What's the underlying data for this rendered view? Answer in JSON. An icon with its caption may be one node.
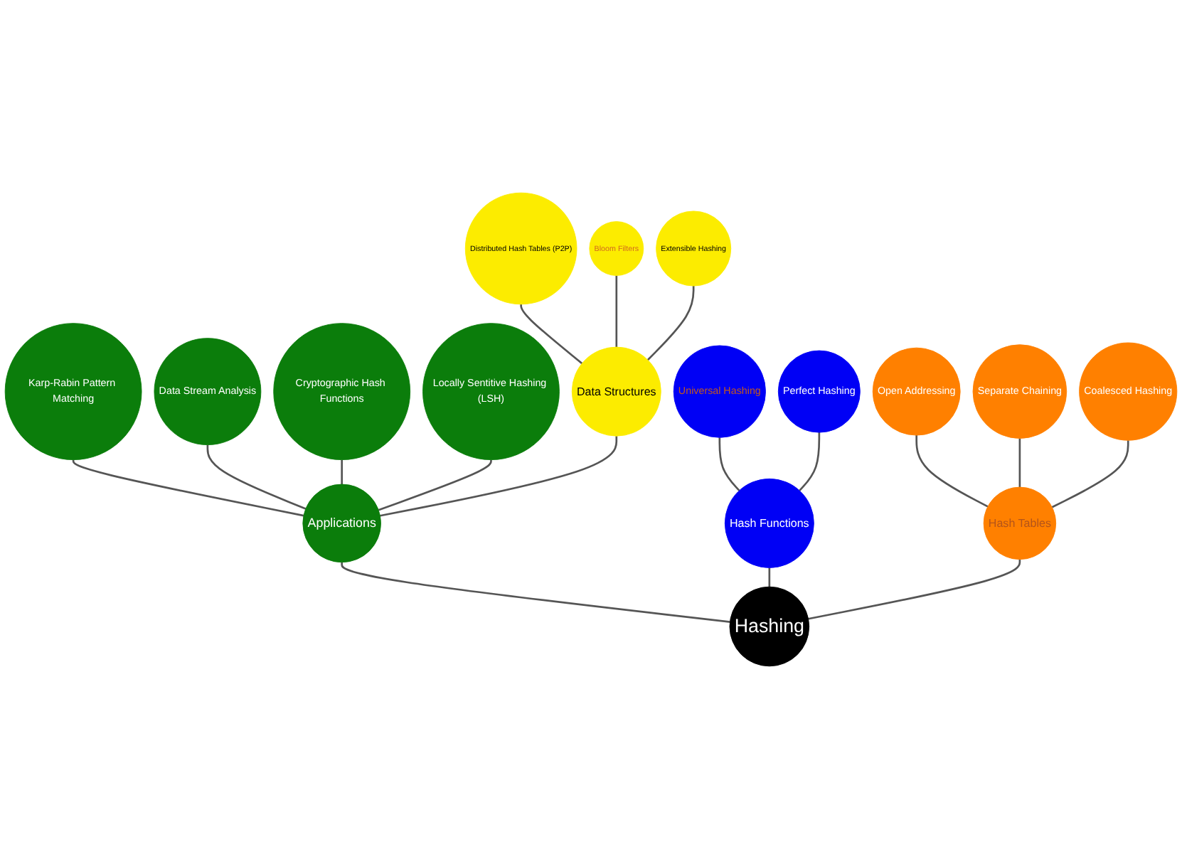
{
  "diagram": {
    "nodes": [
      {
        "text": [
          "Hashing"
        ]
      },
      {
        "text": [
          "Applications"
        ]
      },
      {
        "text": [
          "Karp-Rabin Pattern Matching"
        ]
      },
      {
        "text": [
          "Data Stream Analysis"
        ]
      },
      {
        "text": [
          "Cryptographic Hash Functions"
        ]
      },
      {
        "text": [
          "Locally Sentitive Hashing (LSH)"
        ]
      },
      {
        "text": [
          "Data Structures"
        ]
      },
      {
        "text": [
          "Distributed Hash Tables (P2P)"
        ]
      },
      {
        "text": [
          "Bloom Filters"
        ]
      },
      {
        "text": [
          "Extensible Hashing"
        ]
      },
      {
        "text": [
          "Hash Functions"
        ]
      },
      {
        "text": [
          "Universal Hashing"
        ]
      },
      {
        "text": [
          "Perfect Hashing"
        ]
      },
      {
        "text": [
          "Hash Tables"
        ]
      },
      {
        "text": [
          "Open Addressing"
        ]
      },
      {
        "text": [
          "Separate Chaining"
        ]
      },
      {
        "text": [
          "Coalesced Hashing"
        ]
      }
    ],
    "edges": [
      {
        "from": 0,
        "to": 1,
        "arrow": "none"
      },
      {
        "from": 1,
        "to": 2,
        "arrow": "none"
      },
      {
        "from": 1,
        "to": 3,
        "arrow": "none"
      },
      {
        "from": 1,
        "to": 4,
        "arrow": "none"
      },
      {
        "from": 1,
        "to": 5,
        "arrow": "none"
      },
      {
        "from": 1,
        "to": 6,
        "arrow": "none"
      },
      {
        "from": 6,
        "to": 7,
        "arrow": "none"
      },
      {
        "from": 6,
        "to": 8,
        "arrow": "none"
      },
      {
        "from": 6,
        "to": 9,
        "arrow": "none"
      },
      {
        "from": 0,
        "to": 10,
        "arrow": "none"
      },
      {
        "from": 10,
        "to": 11,
        "arrow": "none"
      },
      {
        "from": 10,
        "to": 12,
        "arrow": "none"
      },
      {
        "from": 0,
        "to": 13,
        "arrow": "none"
      },
      {
        "from": 13,
        "to": 14,
        "arrow": "none"
      },
      {
        "from": 13,
        "to": 15,
        "arrow": "none"
      },
      {
        "from": 13,
        "to": 16,
        "arrow": "none"
      }
    ]
  }
}
